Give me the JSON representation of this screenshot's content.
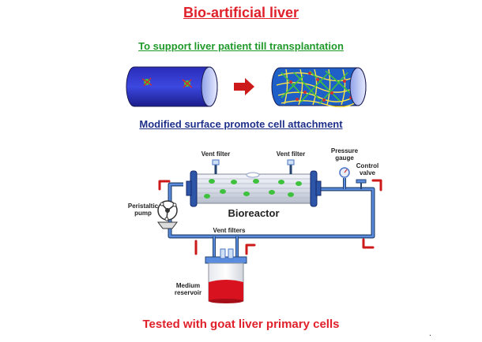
{
  "title": "Bio-artificial liver",
  "subtitle_top": "To support liver patient till transplantation",
  "subtitle_mid": "Modified surface promote cell attachment",
  "footer": "Tested  with goat liver primary cells",
  "trailing_mark": ".",
  "labels": {
    "vent_filter_left": "Vent filter",
    "vent_filter_right": "Vent filter",
    "pressure_gauge_line1": "Pressure",
    "pressure_gauge_line2": "gauge",
    "control_valve_line1": "Control",
    "control_valve_line2": "valve",
    "peristaltic_pump_line1": "Peristaltic",
    "peristaltic_pump_line2": "pump",
    "bioreactor": "Bioreactor",
    "vent_filters": "Vent filters",
    "medium_reservoir_line1": "Medium",
    "medium_reservoir_line2": "reservoir"
  },
  "colors": {
    "title_red": "#e0202a",
    "subtitle_green": "#1f9a2a",
    "subtitle_blue": "#1e2f8a",
    "tube_line_blue": "#4a74c4",
    "arrow_red": "#cc1a1a",
    "cell_green": "#3ec23e",
    "medium_red": "#d8121e"
  }
}
